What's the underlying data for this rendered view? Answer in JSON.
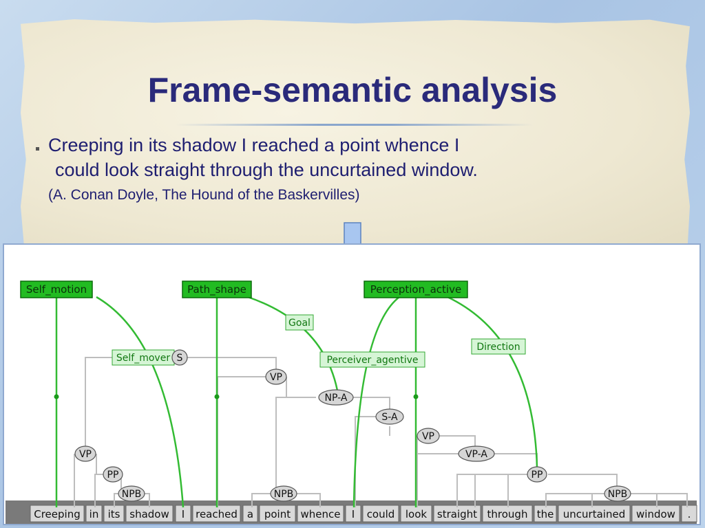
{
  "slide": {
    "title": "Frame-semantic analysis",
    "sentence_line1": "Creeping in its shadow I reached a point whence I",
    "sentence_line2": "could look straight through the uncurtained window.",
    "citation": "(A. Conan Doyle, The Hound of the Baskervilles)"
  },
  "diagram": {
    "tokens": [
      "Creeping",
      "in",
      "its",
      "shadow",
      "I",
      "reached",
      "a",
      "point",
      "whence",
      "I",
      "could",
      "look",
      "straight",
      "through",
      "the",
      "uncurtained",
      "window",
      "."
    ],
    "frames": [
      "Self_motion",
      "Path_shape",
      "Perception_active"
    ],
    "roles": [
      "Self_mover",
      "Goal",
      "Perceiver_agentive",
      "Direction"
    ],
    "nodes": [
      "S",
      "VP",
      "NP-A",
      "S-A",
      "VP",
      "VP-A",
      "VP",
      "PP",
      "NPB",
      "NPB",
      "PP",
      "NPB"
    ],
    "colors": {
      "frame_fill": "#22bb22",
      "frame_border": "#0b6b0b",
      "role_fill": "#d6f5d6",
      "role_border": "#33a833",
      "role_text": "#117711",
      "link": "#33bb33",
      "tree_edge": "#bdbdbd",
      "node_fill": "#d6d6d6",
      "token_bar": "#7a7a7a",
      "token_fill": "#d9d9d9",
      "arrow_fill": "#a8c6f0",
      "arrow_stroke": "#5a82c0"
    }
  }
}
